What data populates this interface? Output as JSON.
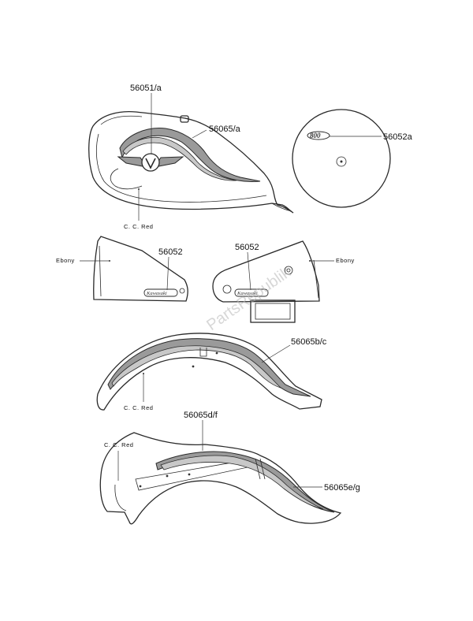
{
  "parts": {
    "fuel_tank": {
      "label_top": "56051/a",
      "label_side": "56065/a",
      "color_label": "C. C. Red"
    },
    "air_cleaner_cover": {
      "label": "56052a",
      "emblem_text": "800"
    },
    "left_side_cover": {
      "label": "56052",
      "color_label": "Ebony",
      "emblem_text": "Kawasaki"
    },
    "right_side_cover": {
      "label": "56052",
      "color_label": "Ebony",
      "emblem_text": "Kawasaki"
    },
    "front_fender": {
      "label": "56065b/c",
      "color_label": "C. C. Red"
    },
    "rear_fender": {
      "label_top": "56065d/f",
      "label_side": "56065e/g",
      "color_label": "C. C. Red"
    }
  },
  "watermark": "PartsRepublik"
}
